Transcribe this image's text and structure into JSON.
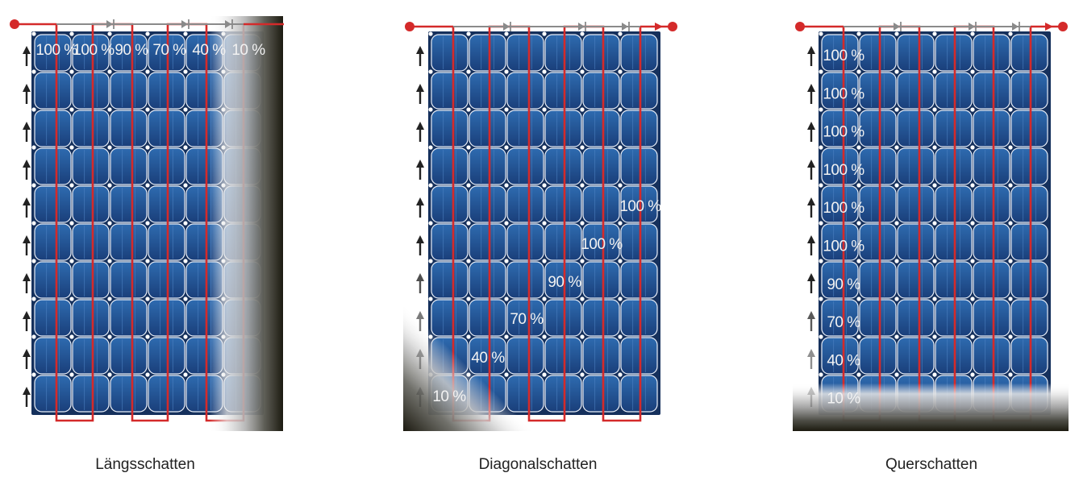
{
  "panels": [
    {
      "id": "laengsschatten",
      "caption": "Längsschatten",
      "shading_labels": [
        "100 %",
        "100 %",
        "90 %",
        "70 %",
        "40 %",
        "10 %"
      ]
    },
    {
      "id": "diagonalschatten",
      "caption": "Diagonalschatten",
      "shading_labels": [
        "100 %",
        "100 %",
        "90 %",
        "70 %",
        "40 %",
        "10 %"
      ]
    },
    {
      "id": "querschatten",
      "caption": "Querschatten",
      "shading_labels": [
        "100 %",
        "100 %",
        "100 %",
        "100 %",
        "100 %",
        "100 %",
        "90 %",
        "70 %",
        "40 %",
        "10 %"
      ]
    }
  ],
  "colors": {
    "string_line": "#d42a2a",
    "cell_blue": "#1f4f8f",
    "bus_line": "#8a8a8a",
    "arrow": "#222222"
  }
}
